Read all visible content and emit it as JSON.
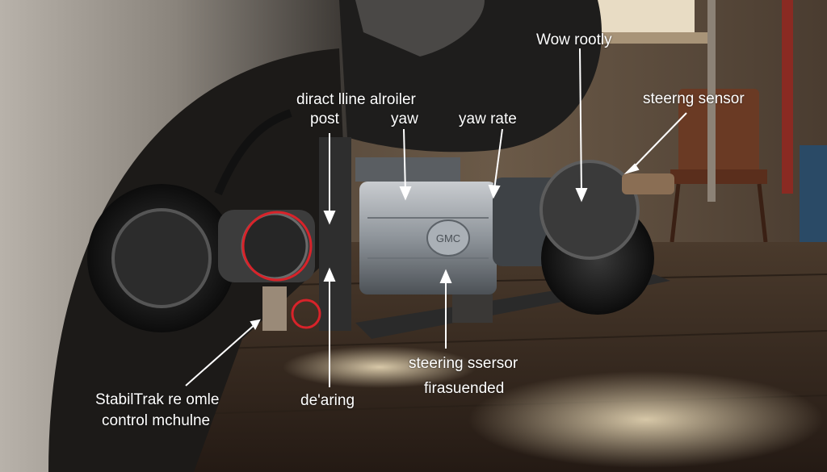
{
  "callouts": {
    "wow_rootly": "Wow rootly",
    "diract_line": "diract lline alroiler",
    "post": "post",
    "yaw": "yaw",
    "yaw_rate": "yaw rate",
    "steering_sensor_top": "steerng sensor",
    "steering_sersor": "steering ssersor",
    "firasuended": "firasuended",
    "dearing": "de'aring",
    "stabilitrak_line1": "StabilTrak re omle",
    "stabilitrak_line2": "control mchulne"
  },
  "emblem": {
    "text": "GMC"
  },
  "colors": {
    "highlight_circle": "#d8232a",
    "label_text": "#ffffff",
    "wall": "#5a4a3c",
    "floor": "#3a2c22"
  }
}
